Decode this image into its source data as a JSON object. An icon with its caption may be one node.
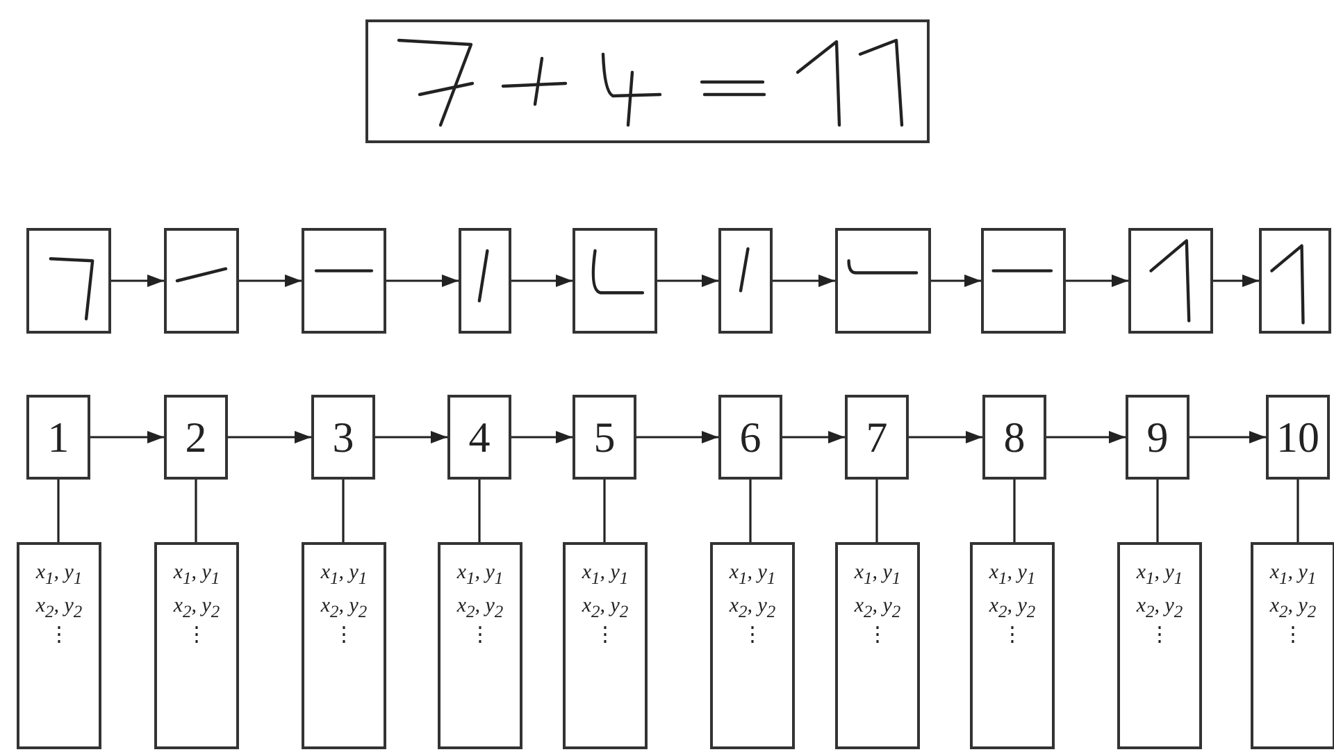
{
  "diagram": {
    "nodes": [
      {
        "text": [],
        "shape": "picture"
      },
      {
        "text": [],
        "shape": "picture"
      },
      {
        "text": [],
        "shape": "picture"
      },
      {
        "text": [],
        "shape": "picture"
      },
      {
        "text": [],
        "shape": "picture"
      },
      {
        "text": [],
        "shape": "picture"
      },
      {
        "text": [],
        "shape": "picture"
      },
      {
        "text": [],
        "shape": "picture"
      },
      {
        "text": [],
        "shape": "picture"
      },
      {
        "text": [],
        "shape": "picture"
      },
      {
        "text": [],
        "shape": "picture"
      },
      {
        "text": [
          "1"
        ]
      },
      {
        "text": [
          "2"
        ]
      },
      {
        "text": [
          "3"
        ]
      },
      {
        "text": [
          "4"
        ]
      },
      {
        "text": [
          "5"
        ]
      },
      {
        "text": [
          "6"
        ]
      },
      {
        "text": [
          "7"
        ]
      },
      {
        "text": [
          "8"
        ]
      },
      {
        "text": [
          "9"
        ]
      },
      {
        "text": [
          "10"
        ]
      },
      {
        "text": [
          "x$_{1}$, y$_{1}$",
          "x$_{2}$, y$_{2}$",
          "⋮"
        ]
      },
      {
        "text": [
          "x$_{1}$, y$_{1}$",
          "x$_{2}$, y$_{2}$",
          "⋮"
        ]
      },
      {
        "text": [
          "x$_{1}$, y$_{1}$",
          "x$_{2}$, y$_{2}$",
          "⋮"
        ]
      },
      {
        "text": [
          "x$_{1}$, y$_{1}$",
          "x$_{2}$, y$_{2}$",
          "⋮"
        ]
      },
      {
        "text": [
          "x$_{1}$, y$_{1}$",
          "x$_{2}$, y$_{2}$",
          "⋮"
        ]
      },
      {
        "text": [
          "x$_{1}$, y$_{1}$",
          "x$_{2}$, y$_{2}$",
          "⋮"
        ]
      },
      {
        "text": [
          "x$_{1}$, y$_{1}$",
          "x$_{2}$, y$_{2}$",
          "⋮"
        ]
      },
      {
        "text": [
          "x$_{1}$, y$_{1}$",
          "x$_{2}$, y$_{2}$",
          "⋮"
        ]
      },
      {
        "text": [
          "x$_{1}$, y$_{1}$",
          "x$_{2}$, y$_{2}$",
          "⋮"
        ]
      },
      {
        "text": [
          "x$_{1}$, y$_{1}$",
          "x$_{2}$, y$_{2}$",
          "⋮"
        ]
      }
    ],
    "edges": [
      {
        "from": 1,
        "to": 2,
        "arrow": "to"
      },
      {
        "from": 2,
        "to": 3,
        "arrow": "to"
      },
      {
        "from": 3,
        "to": 4,
        "arrow": "to"
      },
      {
        "from": 4,
        "to": 5,
        "arrow": "to"
      },
      {
        "from": 5,
        "to": 6,
        "arrow": "to"
      },
      {
        "from": 6,
        "to": 7,
        "arrow": "to"
      },
      {
        "from": 7,
        "to": 8,
        "arrow": "to"
      },
      {
        "from": 8,
        "to": 9,
        "arrow": "to"
      },
      {
        "from": 9,
        "to": 10,
        "arrow": "to"
      },
      {
        "from": 11,
        "to": 12,
        "arrow": "to"
      },
      {
        "from": 12,
        "to": 13,
        "arrow": "to"
      },
      {
        "from": 13,
        "to": 14,
        "arrow": "to"
      },
      {
        "from": 14,
        "to": 15,
        "arrow": "to"
      },
      {
        "from": 15,
        "to": 16,
        "arrow": "to"
      },
      {
        "from": 16,
        "to": 17,
        "arrow": "to"
      },
      {
        "from": 17,
        "to": 18,
        "arrow": "to"
      },
      {
        "from": 18,
        "to": 19,
        "arrow": "to"
      },
      {
        "from": 19,
        "to": 20,
        "arrow": "to"
      },
      {
        "from": 11,
        "to": 21,
        "arrow": "none"
      },
      {
        "from": 12,
        "to": 22,
        "arrow": "none"
      },
      {
        "from": 13,
        "to": 23,
        "arrow": "none"
      },
      {
        "from": 14,
        "to": 24,
        "arrow": "none"
      },
      {
        "from": 15,
        "to": 25,
        "arrow": "none"
      },
      {
        "from": 16,
        "to": 26,
        "arrow": "none"
      },
      {
        "from": 17,
        "to": 27,
        "arrow": "none"
      },
      {
        "from": 18,
        "to": 28,
        "arrow": "none"
      },
      {
        "from": 19,
        "to": 29,
        "arrow": "none"
      },
      {
        "from": 20,
        "to": 30,
        "arrow": "none"
      }
    ]
  }
}
